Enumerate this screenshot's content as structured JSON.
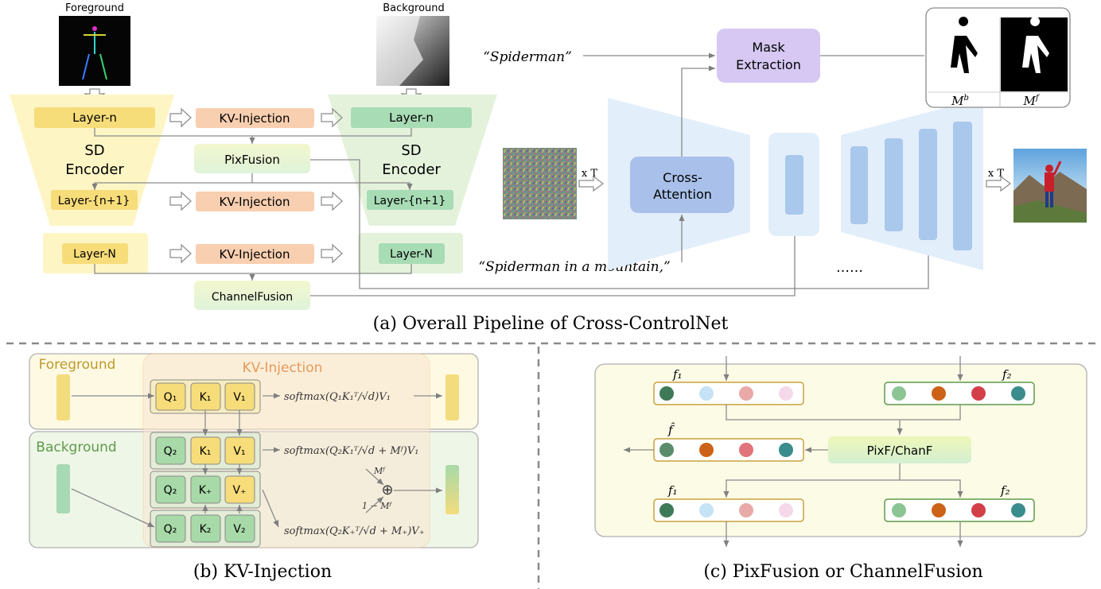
{
  "panel_a": {
    "foreground_label": "Foreground",
    "background_label": "Background",
    "left_encoder": {
      "layer_n": "Layer-n",
      "title_1": "SD",
      "title_2": "Encoder",
      "layer_n1": "Layer-{n+1}",
      "layer_N": "Layer-N"
    },
    "right_encoder": {
      "layer_n": "Layer-n",
      "title_1": "SD",
      "title_2": "Encoder",
      "layer_n1": "Layer-{n+1}",
      "layer_N": "Layer-N"
    },
    "kv_injection_label": "KV-Injection",
    "pixfusion_label": "PixFusion",
    "channelfusion_label": "ChannelFusion",
    "prompt_top": "“Spiderman”",
    "prompt_bottom": "“Spiderman in a mountain,”",
    "mask_extraction_1": "Mask",
    "mask_extraction_2": "Extraction",
    "cross_attention_1": "Cross-",
    "cross_attention_2": "Attention",
    "times_t_left": "x T",
    "times_t_right": "x T",
    "ellipsis": "……",
    "mask_b": "M",
    "mask_b_sup": "b",
    "mask_f": "M",
    "mask_f_sup": "f",
    "caption": "(a)  Overall Pipeline of Cross-ControlNet"
  },
  "panel_b": {
    "foreground_label": "Foreground",
    "background_label": "Background",
    "kv_title": "KV-Injection",
    "row1": [
      "Q₁",
      "K₁",
      "V₁"
    ],
    "row2": [
      "Q₂",
      "K₁",
      "V₁"
    ],
    "row3": [
      "Q₂",
      "K₊",
      "V₊"
    ],
    "row4": [
      "Q₂",
      "K₂",
      "V₂"
    ],
    "eq1": "softmax(Q₁K₁ᵀ/√d)V₁",
    "eq2": "softmax(Q₂K₁ᵀ/√d + Mᶠ)V₁",
    "eq3": "softmax(Q₂K₊ᵀ/√d + M₊)V₊",
    "mf_label": "Mᶠ",
    "one_minus_mf": "1 − Mᶠ",
    "oplus": "⊕",
    "caption": "(b)  KV-Injection"
  },
  "panel_c": {
    "f1_label": "f₁",
    "f2_label": "f₂",
    "fhat_label": "f̂",
    "f1_out_label": "f₁",
    "f2_out_label": "f₂",
    "pixf_chanf": "PixF/ChanF",
    "f1_dots": [
      "#3e7a57",
      "#c6e2f5",
      "#e9a9a8",
      "#f5d9ea"
    ],
    "f2_dots": [
      "#8cc593",
      "#cc6218",
      "#d33f49",
      "#3b8c8c"
    ],
    "fhat_dots": [
      "#5a8c6b",
      "#cc6218",
      "#e0747a",
      "#3b8c8c"
    ],
    "caption": "(c)  PixFusion or ChannelFusion"
  }
}
